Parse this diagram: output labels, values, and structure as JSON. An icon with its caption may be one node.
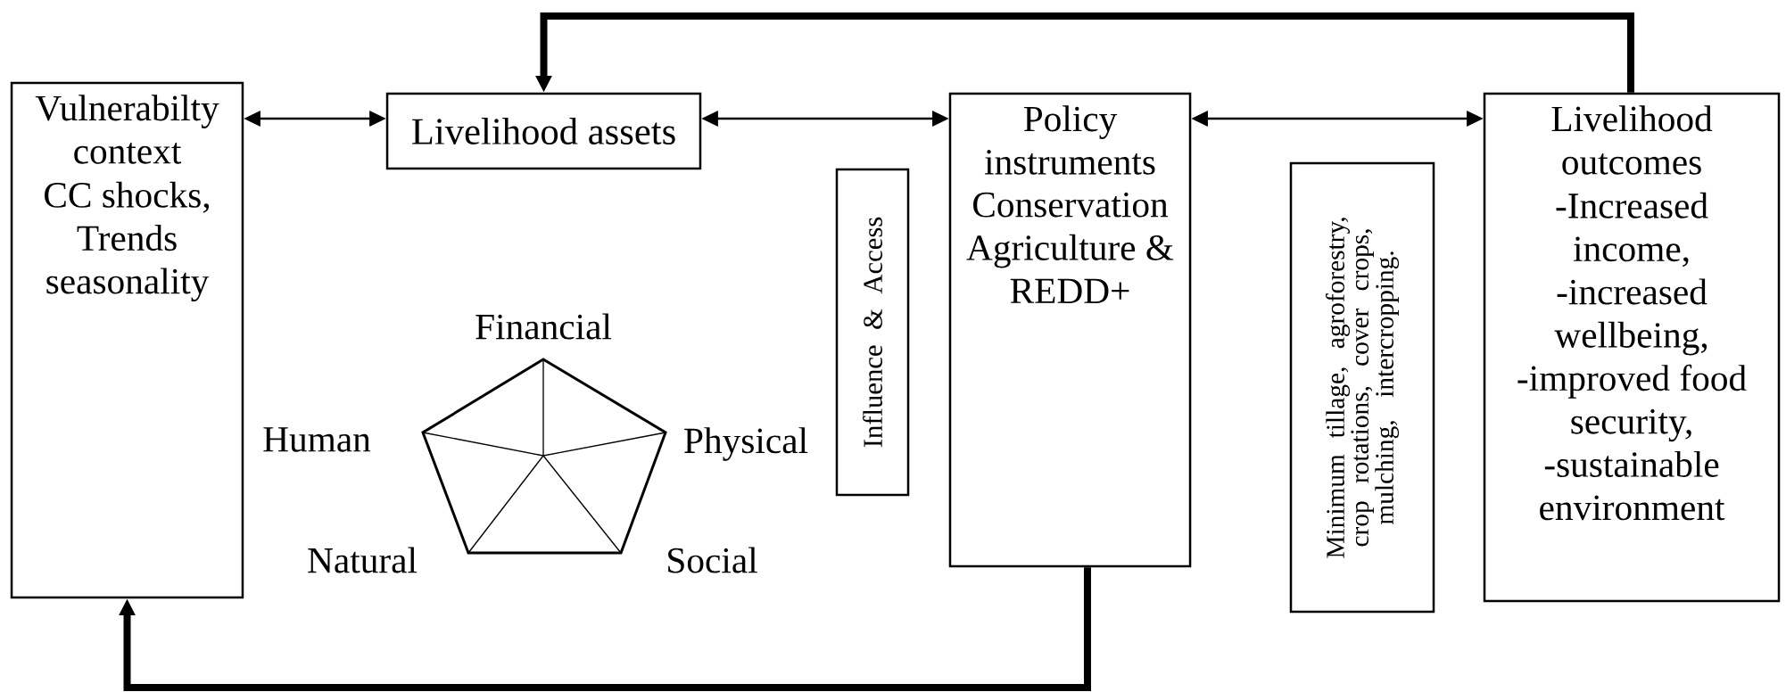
{
  "diagram": {
    "nodes": [
      {
        "text": [
          "Vulnerabilty context",
          "CC shocks, Trends seasonality"
        ]
      },
      {
        "text": [
          "Livelihood assets"
        ]
      },
      {
        "text": [
          "Policy instruments",
          "Conservation Agriculture & REDD+"
        ]
      },
      {
        "text": [
          "Influence & Access"
        ]
      },
      {
        "text": [
          "Minimum tillage, agroforestry, crop rotations, cover crops, mulching, intercropping."
        ]
      },
      {
        "text": [
          "Livelihood outcomes",
          "-Increased income, -increased wellbeing, -improved food security, -sustainable environment"
        ]
      }
    ],
    "edges": [
      {
        "from": 0,
        "to": 1,
        "arrow": "both"
      },
      {
        "from": 1,
        "to": 2,
        "arrow": "both"
      },
      {
        "from": 2,
        "to": 5,
        "arrow": "both"
      },
      {
        "from": 5,
        "to": 1,
        "arrow": "to",
        "style": "thick"
      },
      {
        "from": 2,
        "to": 0,
        "arrow": "to",
        "style": "thick"
      }
    ],
    "labels": [
      "Financial",
      "Human",
      "Physical",
      "Natural",
      "Social"
    ]
  }
}
